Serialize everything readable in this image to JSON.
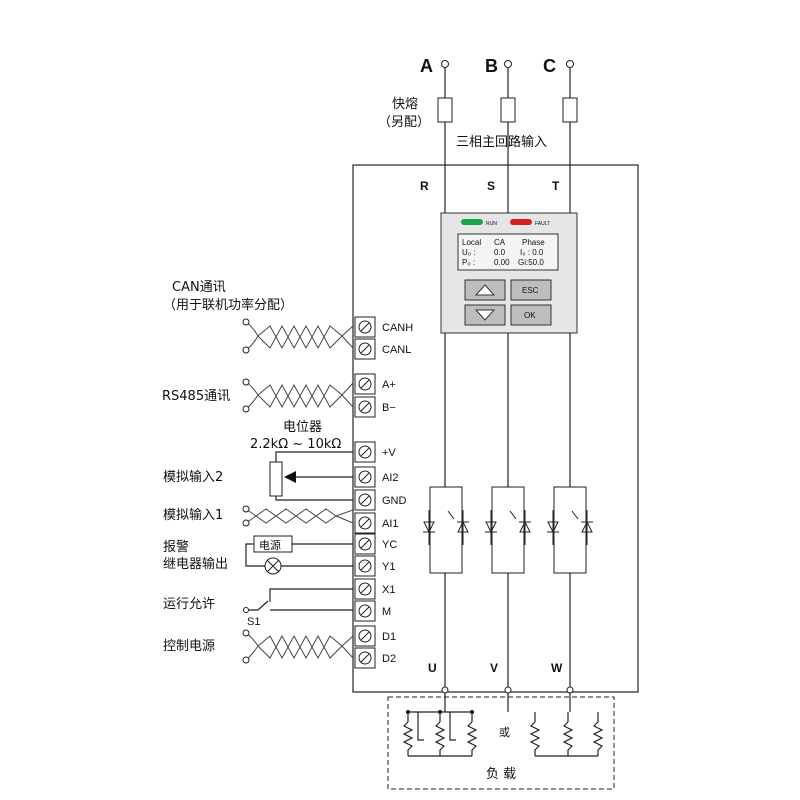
{
  "phases": {
    "a": "A",
    "b": "B",
    "c": "C"
  },
  "fuse_label": "快熔",
  "fuse_note": "（另配）",
  "main_input_label": "三相主回路输入",
  "inputs": {
    "r": "R",
    "s": "S",
    "t": "T"
  },
  "outputs": {
    "u": "U",
    "v": "V",
    "w": "W"
  },
  "panel": {
    "run_led": "RUN",
    "fault_led": "FAULT",
    "lcd": {
      "row1": [
        "Local",
        "CA",
        "Phase"
      ],
      "row2": [
        "U₀ :",
        "0.0",
        "I₀ : 0.0"
      ],
      "row3": [
        "P₀ :",
        "0.00",
        "Gi:50.0"
      ]
    },
    "esc_label": "ESC",
    "ok_label": "OK",
    "colors": {
      "run": "#1aa34a",
      "fault": "#d62020"
    }
  },
  "terminals": [
    "CANH",
    "CANL",
    "A+",
    "B−",
    "+V",
    "AI2",
    "GND",
    "AI1",
    "YC",
    "Y1",
    "X1",
    "M",
    "D1",
    "D2"
  ],
  "groups": {
    "can_title": "CAN通讯",
    "can_sub": "（用于联机功率分配）",
    "rs485": "RS485通讯",
    "pot_title": "电位器",
    "pot_range": "2.2kΩ ~ 10kΩ",
    "analog2": "模拟输入2",
    "analog1": "模拟输入1",
    "alarm1": "报警",
    "alarm2": "继电器输出",
    "power_box": "电源",
    "run_permit": "运行允许",
    "switch_label": "S1",
    "control_power": "控制电源"
  },
  "load": {
    "or_label": "或",
    "title": "负  载"
  }
}
